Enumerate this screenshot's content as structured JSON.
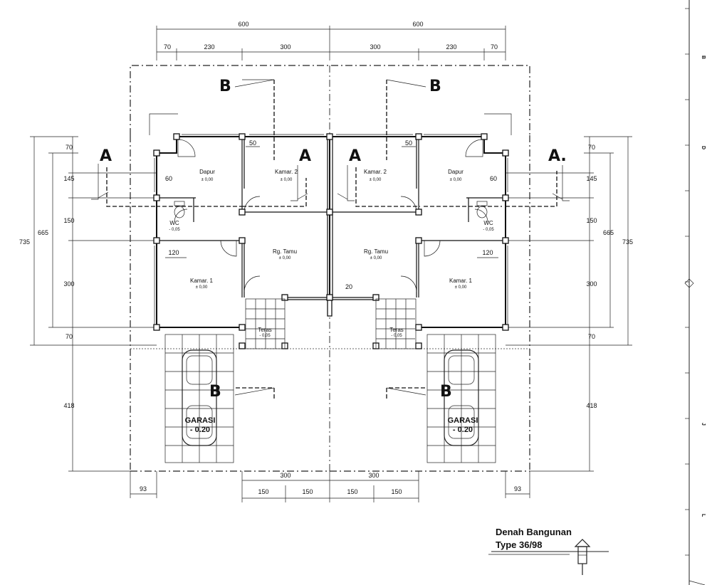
{
  "title": {
    "line1": "Denah Bangunan",
    "line2": "Type 36/98"
  },
  "top_dims": {
    "total_left": "600",
    "total_right": "600",
    "left_parts": [
      "70",
      "230",
      "300"
    ],
    "right_parts": [
      "300",
      "230",
      "70"
    ]
  },
  "side_dims": {
    "outer": "735",
    "inner": "665",
    "parts": [
      "70",
      "145",
      "150",
      "300",
      "70"
    ],
    "garage": "418"
  },
  "bottom_dims": {
    "left_setback": "93",
    "right_setback": "93",
    "left_width": "300",
    "right_width": "300",
    "left_halves": [
      "150",
      "150"
    ],
    "right_halves": [
      "150",
      "150"
    ]
  },
  "sections": {
    "a": "A",
    "b": "B",
    "a_dot": "A."
  },
  "rooms": {
    "dapur": "Dapur",
    "kamar2": "Kamar. 2",
    "kamar1": "Kamar. 1",
    "tamu": "Rg. Tamu",
    "wc": "WC",
    "teras": "Teras",
    "garasi": "GARASI",
    "garasi_level": "- 0.20",
    "level_zero": "± 0,00",
    "level_wet": "- 0,05",
    "level_teras": "- 0,05"
  },
  "small_dims": {
    "d50": "50",
    "d60": "60",
    "d120": "120",
    "d20": "20"
  },
  "ruler_marks": [
    "B",
    "D",
    "J",
    "L"
  ]
}
